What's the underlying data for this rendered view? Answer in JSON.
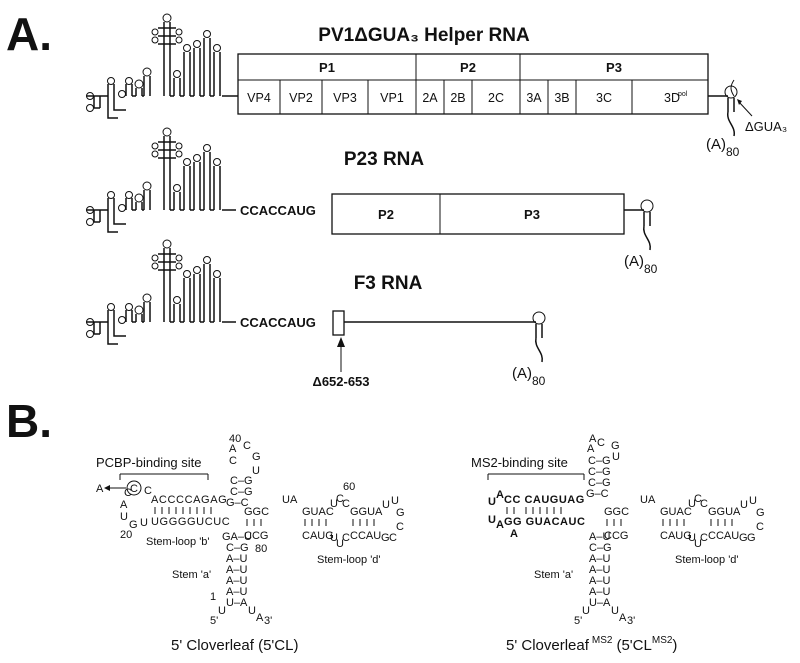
{
  "panels": {
    "a": "A.",
    "b": "B."
  },
  "helper": {
    "title": "PV1ΔGUA₃ Helper RNA",
    "groups": [
      "P1",
      "P2",
      "P3"
    ],
    "segments": [
      "VP4",
      "VP2",
      "VP3",
      "VP1",
      "2A",
      "2B",
      "2C",
      "3A",
      "3B",
      "3C",
      "3D"
    ],
    "pol_sup": "pol",
    "polyA": "(A)",
    "polyA_sub": "80",
    "deletion": "ΔGUA₃"
  },
  "p23": {
    "title": "P23 RNA",
    "kozak": "CCACCAUG",
    "segments": [
      "P2",
      "P3"
    ],
    "polyA": "(A)",
    "polyA_sub": "80"
  },
  "f3": {
    "title": "F3 RNA",
    "kozak": "CCACCAUG",
    "deletion": "Δ652-653",
    "polyA": "(A)",
    "polyA_sub": "80"
  },
  "cl_left": {
    "site_label": "PCBP-binding site",
    "caption": "5' Cloverleaf (5'CL)",
    "top_strand": "ACCCCAGAG",
    "bottom_strand": "UGGGGUCUC",
    "stem_b": "Stem-loop 'b'",
    "stem_d": "Stem-loop 'd'",
    "stem_a": "Stem 'a'",
    "n1": "1",
    "n20": "20",
    "n40": "40",
    "n60": "60",
    "n80": "80",
    "five": "5'",
    "three": "3'"
  },
  "cl_right": {
    "site_label": "MS2-binding site",
    "caption_main": "5' Cloverleaf",
    "caption_sup": "MS2",
    "caption_paren": "(5'CL",
    "caption_paren_sup": "MS2",
    "caption_close": ")",
    "stem_d": "Stem-loop 'd'",
    "stem_a": "Stem 'a'",
    "five": "5'",
    "three": "3'"
  }
}
